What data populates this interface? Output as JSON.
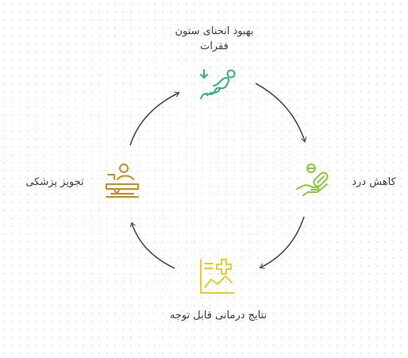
{
  "nodes": {
    "top": {
      "label": "بهبود انحنای ستون فقرات",
      "color": "#2fb27a",
      "icon": "posture-icon"
    },
    "right": {
      "label": "کاهش درد",
      "color": "#8cc63f",
      "icon": "pill-hand-icon"
    },
    "bottom": {
      "label": "نتایج درمانی قابل توجه",
      "color": "#e6cc2e",
      "icon": "health-chart-icon"
    },
    "left": {
      "label": "تجویز پزشکی",
      "color": "#d08a1a",
      "icon": "medical-treatment-icon"
    }
  },
  "arrow_color": "#4a4a4a"
}
